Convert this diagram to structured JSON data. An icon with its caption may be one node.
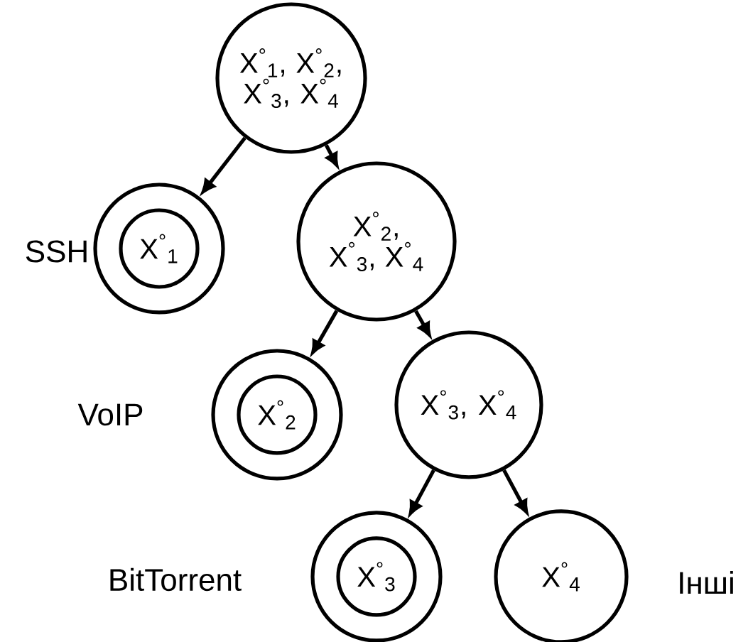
{
  "diagram": {
    "nodes": [
      {
        "text": [
          "X$^{°}$$_{1}$, X$^{°}$$_{2}$, X$^{°}$$_{3}$, X$^{°}$$_{4}$"
        ]
      },
      {
        "text": [],
        "shape": "circle",
        "beside": [
          "SSH"
        ]
      },
      {
        "text": [
          "X$^{°}$$_{1}$"
        ],
        "in": 1
      },
      {
        "text": [
          "X$^{°}$$_{2}$, X$^{°}$$_{3}$, X$^{°}$$_{4}$"
        ]
      },
      {
        "text": [],
        "shape": "circle",
        "beside": [
          "VoIP"
        ]
      },
      {
        "text": [
          "X$^{°}$$_{2}$"
        ],
        "in": 4
      },
      {
        "text": [
          "X$^{°}$$_{3}$, X$^{°}$$_{4}$"
        ]
      },
      {
        "text": [],
        "shape": "circle",
        "beside": [
          "BitTorrent"
        ]
      },
      {
        "text": [
          "X$^{°}$$_{3}$"
        ],
        "in": 7
      },
      {
        "text": [
          "X$^{°}$$_{4}$"
        ],
        "beside": [
          "Інші"
        ]
      }
    ],
    "edges": [
      {
        "from": 0,
        "to": 1,
        "arrow": "to"
      },
      {
        "from": 0,
        "to": 3,
        "arrow": "to"
      },
      {
        "from": 3,
        "to": 4,
        "arrow": "to"
      },
      {
        "from": 3,
        "to": 6,
        "arrow": "to"
      },
      {
        "from": 6,
        "to": 7,
        "arrow": "to"
      },
      {
        "from": 6,
        "to": 9,
        "arrow": "to"
      }
    ]
  }
}
